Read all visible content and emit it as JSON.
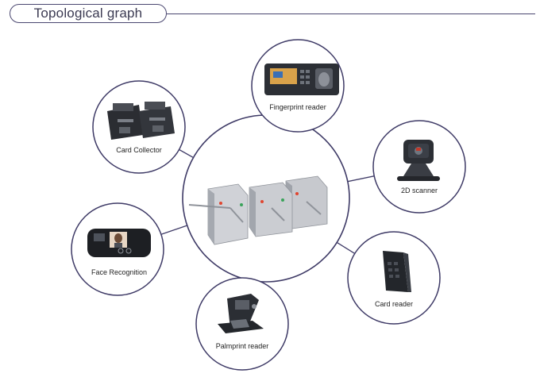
{
  "header": {
    "title": "Topological graph"
  },
  "colors": {
    "ring": "#3e3a66",
    "line": "#3e3a66",
    "steel": "#b9bcc2",
    "device": "#2a2d33"
  },
  "nodes": {
    "fingerprint": {
      "label": "Fingerprint reader",
      "icon": "fingerprint-reader-icon"
    },
    "card_collector": {
      "label": "Card Collector",
      "icon": "card-collector-icon"
    },
    "scanner": {
      "label": "2D scanner",
      "icon": "barcode-scanner-icon"
    },
    "face": {
      "label": "Face Recognition",
      "icon": "face-recognition-icon"
    },
    "card_reader": {
      "label": "Card reader",
      "icon": "card-reader-icon"
    },
    "palmprint": {
      "label": "Palmprint reader",
      "icon": "palmprint-reader-icon"
    }
  }
}
